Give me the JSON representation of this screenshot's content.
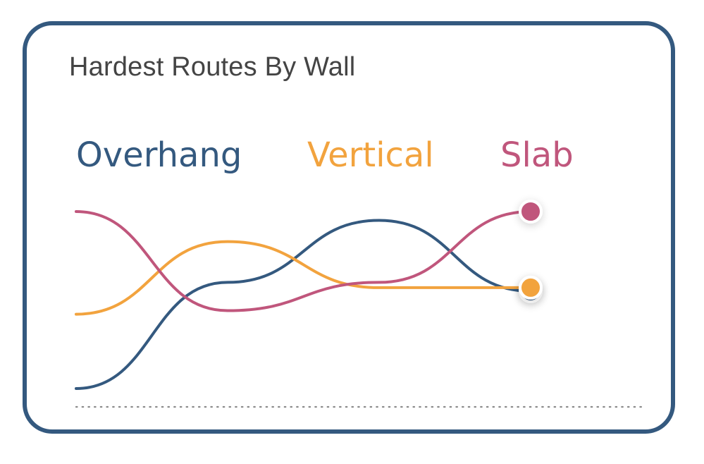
{
  "chart_data": {
    "type": "line",
    "title": "Hardest Routes By Wall",
    "series": [
      {
        "name": "Overhang",
        "color": "#34597f",
        "values": [
          0.0,
          0.6,
          0.95,
          0.55
        ]
      },
      {
        "name": "Vertical",
        "color": "#f2a33e",
        "values": [
          0.42,
          0.83,
          0.57,
          0.57
        ]
      },
      {
        "name": "Slab",
        "color": "#c0567c",
        "values": [
          1.0,
          0.44,
          0.6,
          1.0
        ]
      }
    ],
    "grid": false,
    "legend": "top"
  }
}
